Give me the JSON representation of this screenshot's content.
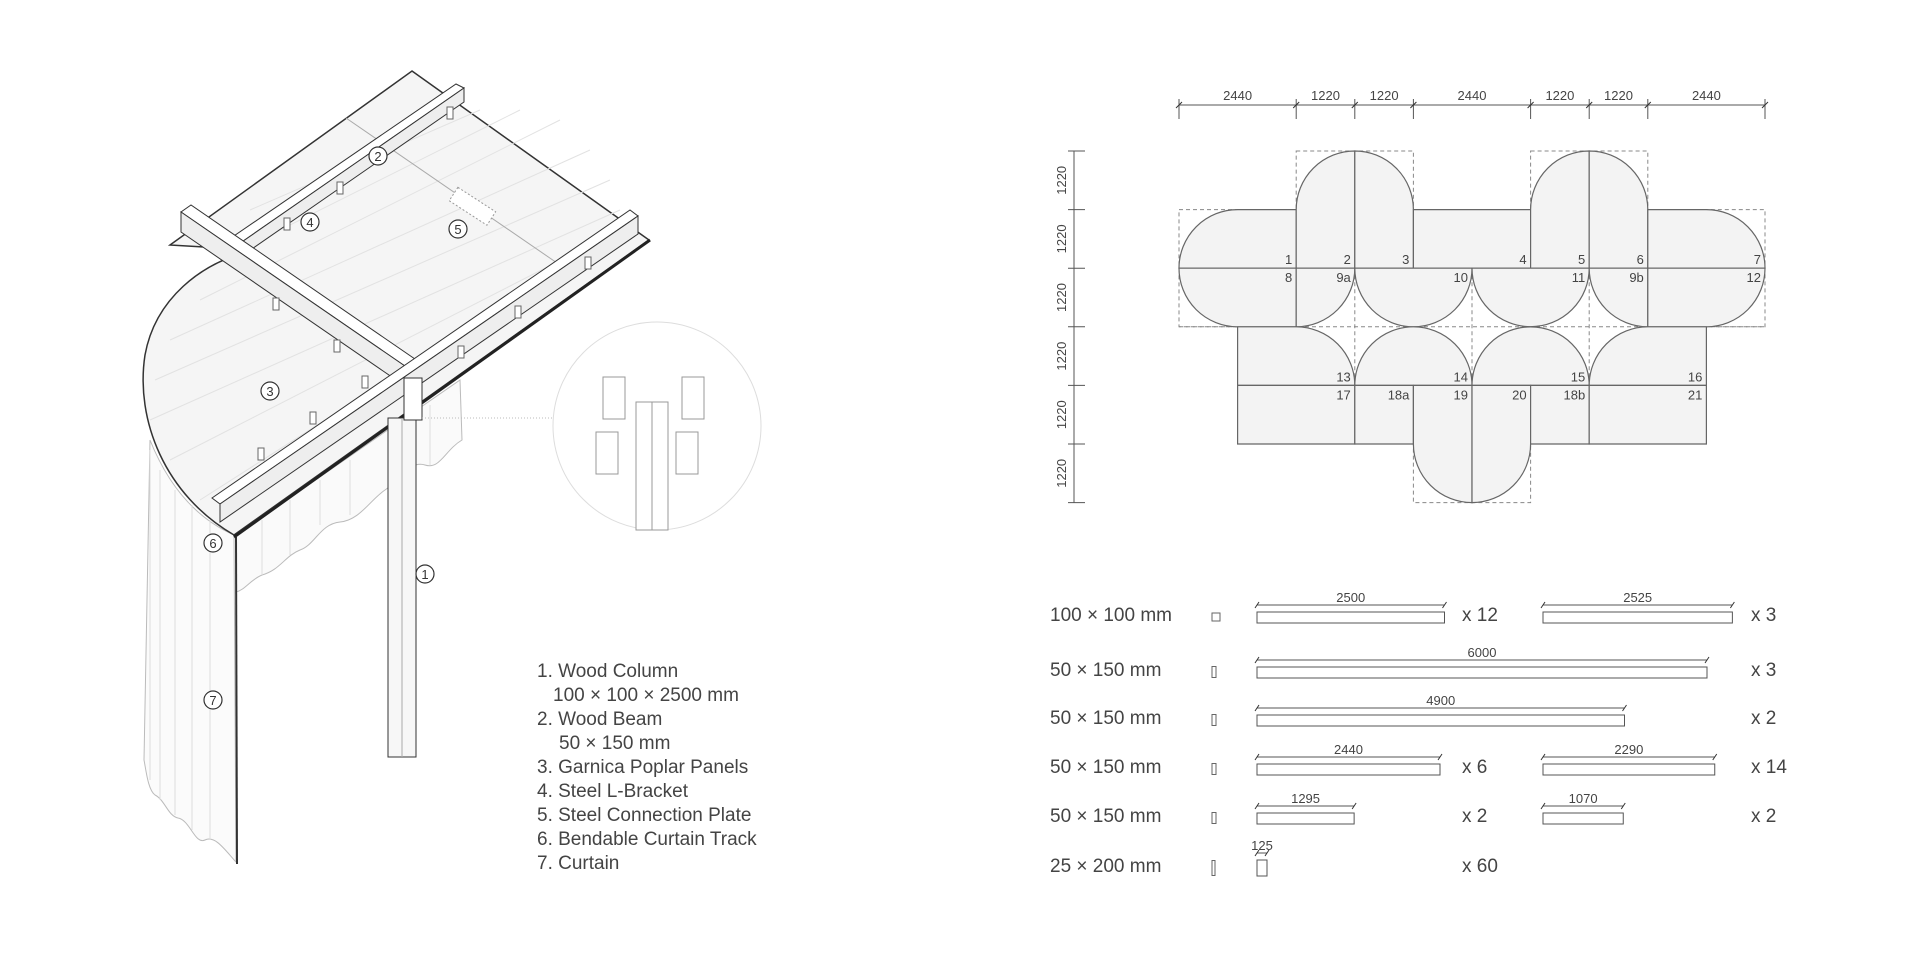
{
  "legend": {
    "items": [
      "1. Wood Column",
      "100 × 100 × 2500 mm",
      "2. Wood Beam",
      "50 × 150 mm",
      "3. Garnica Poplar Panels",
      "4. Steel L-Bracket",
      "5. Steel Connection Plate",
      "6. Bendable Curtain Track",
      "7. Curtain"
    ]
  },
  "callouts": [
    "1",
    "2",
    "3",
    "4",
    "5",
    "6",
    "7"
  ],
  "plan": {
    "top_dims": [
      "2440",
      "1220",
      "1220",
      "2440",
      "1220",
      "1220",
      "2440"
    ],
    "side_dims": [
      "1220",
      "1220",
      "1220",
      "1220",
      "1220",
      "1220"
    ],
    "panel_labels": [
      "1",
      "2",
      "3",
      "4",
      "5",
      "6",
      "7",
      "8",
      "9a",
      "10",
      "11",
      "9b",
      "12",
      "13",
      "14",
      "15",
      "16",
      "17",
      "18a",
      "19",
      "20",
      "18b",
      "21"
    ]
  },
  "parts": [
    {
      "section": "100 × 100 mm",
      "icon": "square",
      "items": [
        {
          "length": 2500,
          "label": "2500",
          "count": "x 12"
        },
        {
          "length": 2525,
          "label": "2525",
          "count": "x 3"
        }
      ]
    },
    {
      "section": "50 × 150 mm",
      "icon": "rect",
      "items": [
        {
          "length": 6000,
          "label": "6000",
          "count": "x 3"
        }
      ]
    },
    {
      "section": "50 × 150 mm",
      "icon": "rect",
      "items": [
        {
          "length": 4900,
          "label": "4900",
          "count": "x 2"
        }
      ]
    },
    {
      "section": "50 × 150 mm",
      "icon": "rect",
      "items": [
        {
          "length": 2440,
          "label": "2440",
          "count": "x 6"
        },
        {
          "length": 2290,
          "label": "2290",
          "count": "x 14"
        }
      ]
    },
    {
      "section": "50 × 150 mm",
      "icon": "rect",
      "items": [
        {
          "length": 1295,
          "label": "1295",
          "count": "x 2"
        },
        {
          "length": 1070,
          "label": "1070",
          "count": "x 2"
        }
      ]
    },
    {
      "section": "25 × 200 mm",
      "icon": "thin",
      "items": [
        {
          "length": 125,
          "label": "125",
          "count": "x 60"
        }
      ]
    }
  ],
  "colors": {
    "line": "#555555",
    "fill": "#f3f3f3",
    "text": "#444444",
    "light": "#cccccc"
  }
}
